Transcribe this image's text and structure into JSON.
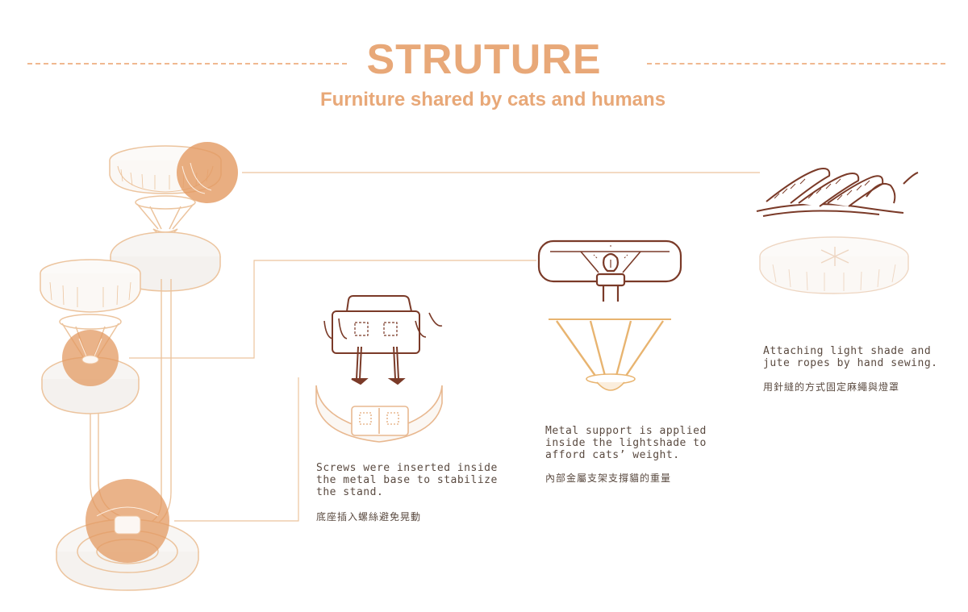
{
  "header": {
    "title": "STRUTURE",
    "subtitle": "Furniture shared by cats and humans"
  },
  "callouts": {
    "rope": {
      "en_line1": "Attaching light shade and",
      "en_line2": "jute ropes by hand sewing.",
      "zh": "用針縫的方式固定麻繩與燈罩"
    },
    "support": {
      "en_line1": "Metal support is applied",
      "en_line2": "inside the lightshade to",
      "en_line3": "afford cats’ weight.",
      "zh": "內部金屬支架支撐貓的重量"
    },
    "screws": {
      "en_line1": "Screws were inserted inside",
      "en_line2": "the metal base to stabilize",
      "en_line3": "the stand.",
      "zh": "底座插入螺絲避免晃動"
    }
  },
  "colors": {
    "accent": "#e8a878",
    "outline": "#ecc49e",
    "highlight": "#e39a62",
    "brown": "#7a3a28",
    "text": "#5a4a40"
  }
}
